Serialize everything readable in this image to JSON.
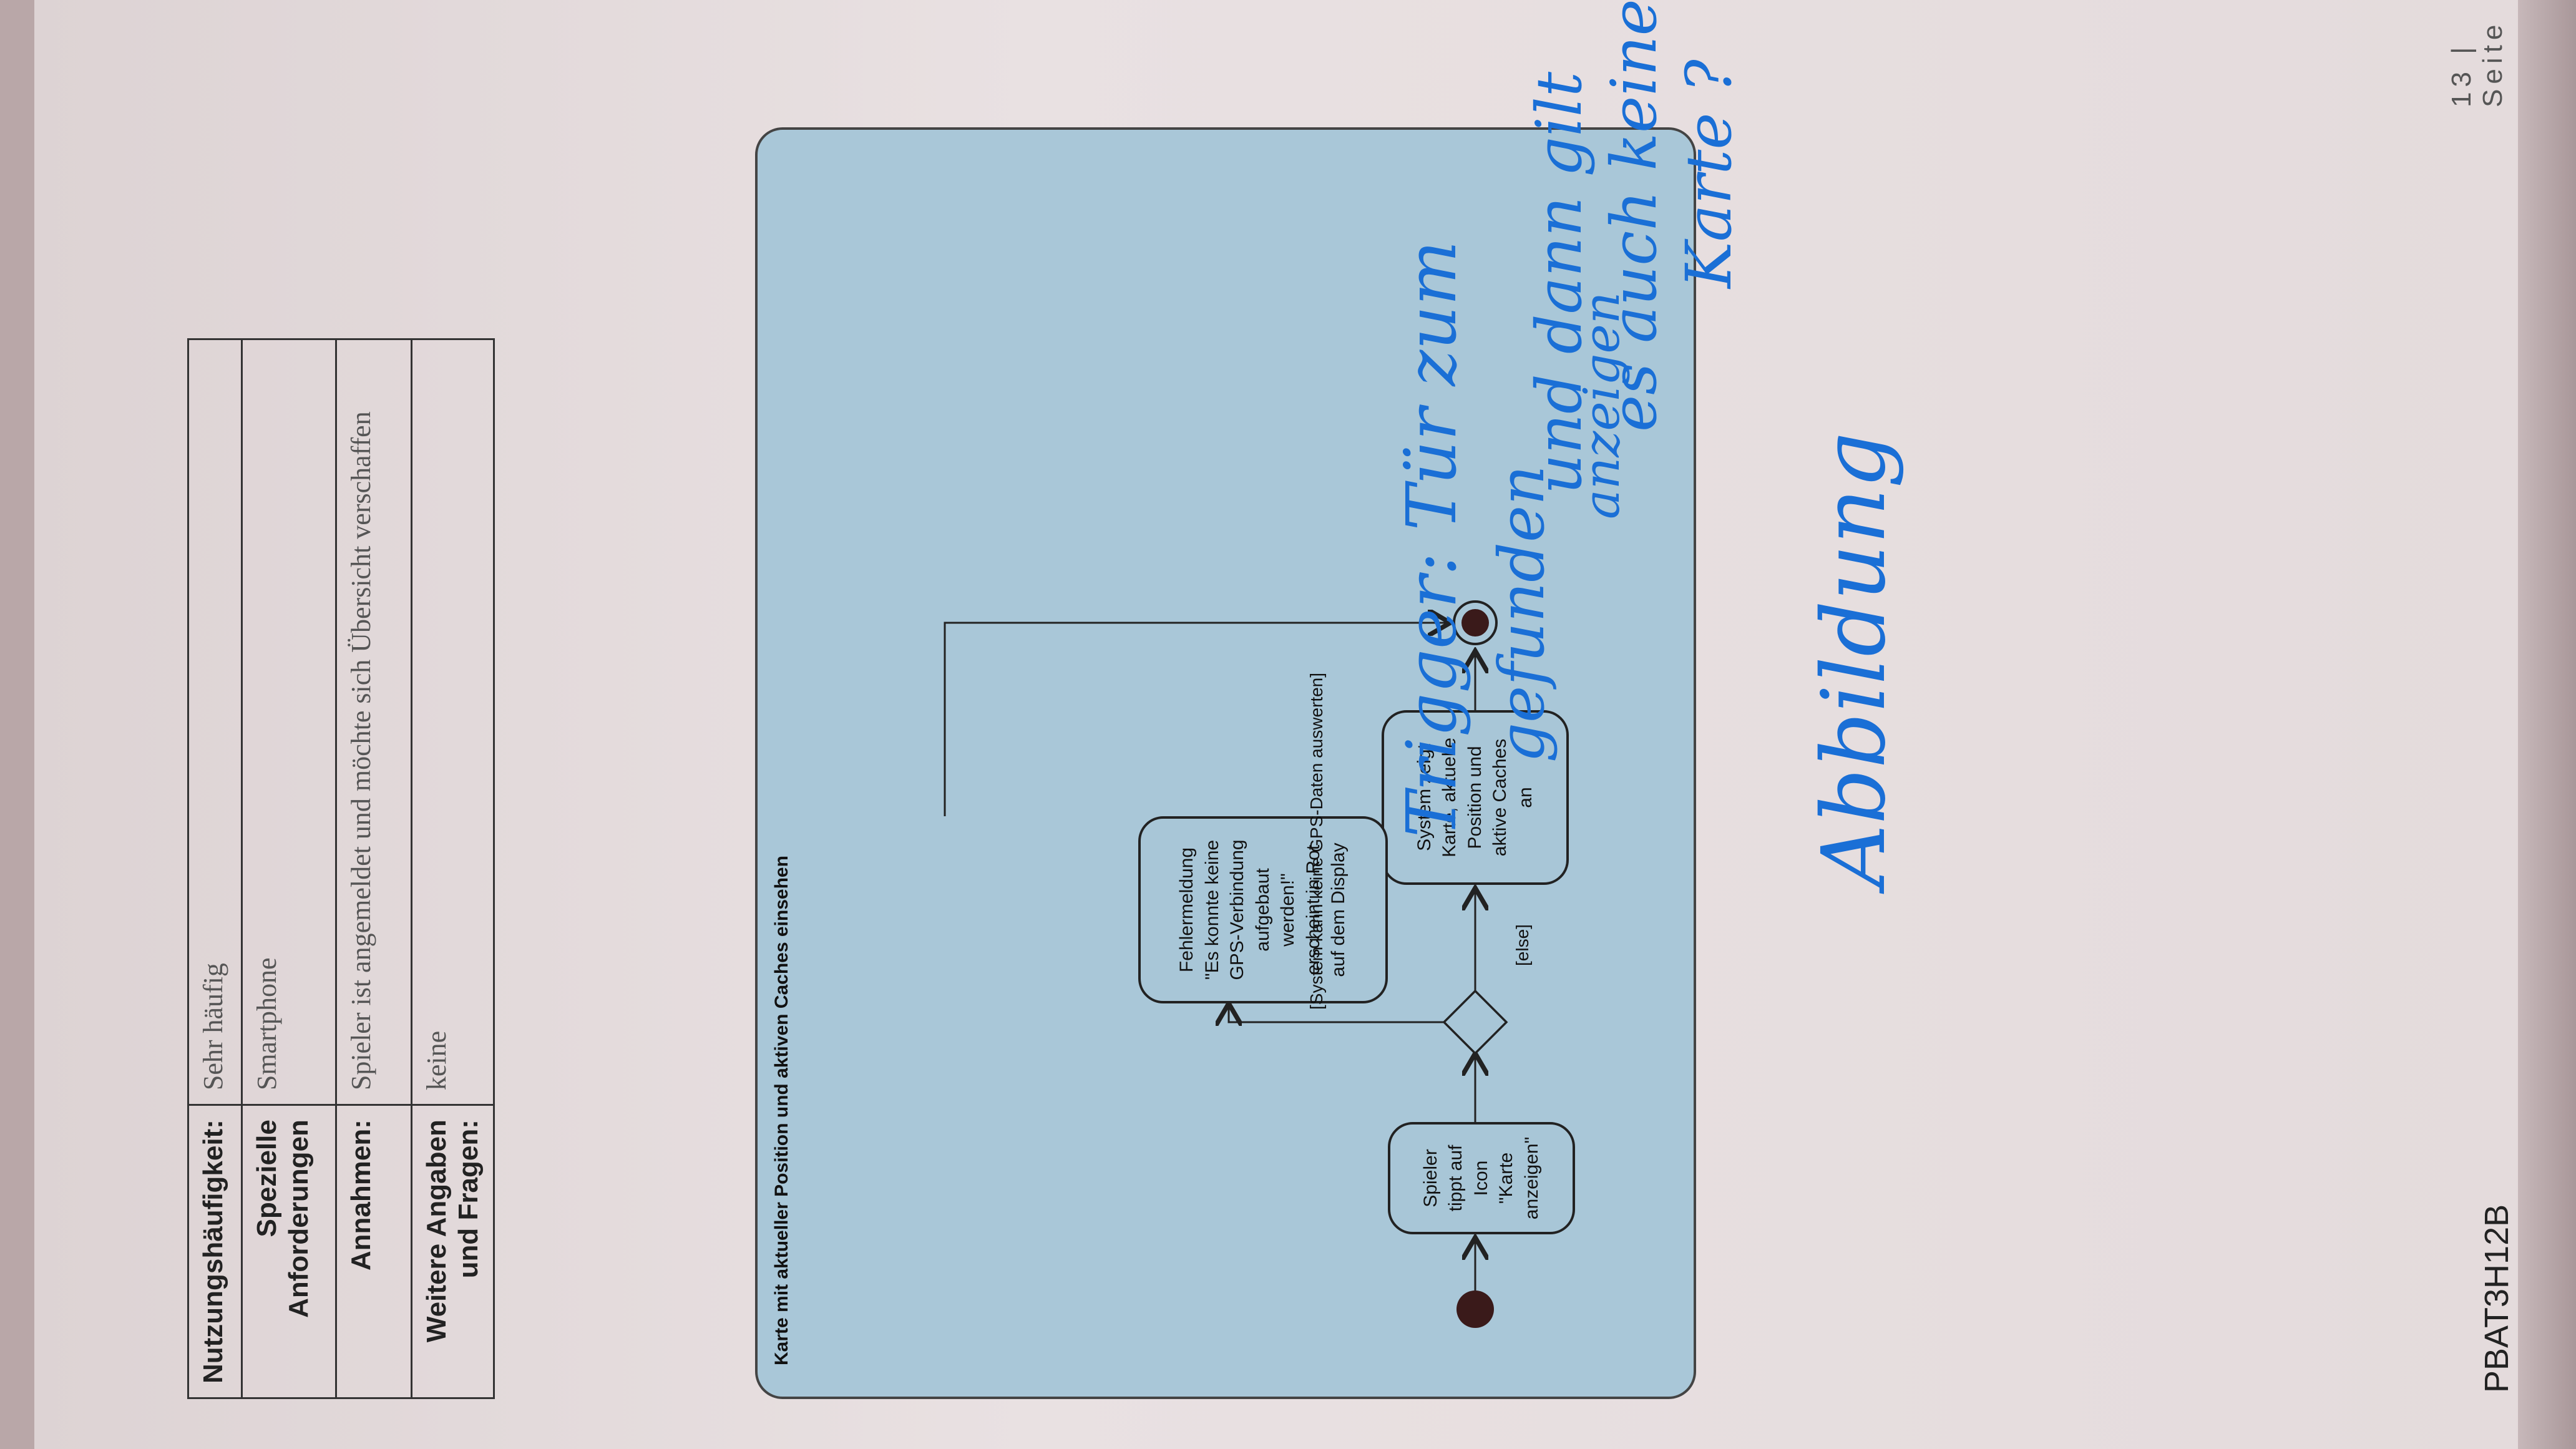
{
  "table": {
    "rows": [
      {
        "label": "Nutzungshäufigkeit:",
        "value": "Sehr häufig"
      },
      {
        "label": "Spezielle Anforderungen",
        "value": "Smartphone"
      },
      {
        "label": "Annahmen:",
        "value": "Spieler ist angemeldet und möchte sich Übersicht verschaffen"
      },
      {
        "label": "Weitere Angaben und Fragen:",
        "value": "keine"
      }
    ]
  },
  "diagram": {
    "title": "Karte mit aktueller Position und aktiven Caches einsehen",
    "nodes": {
      "tap_icon": "Spieler tippt auf Icon \"Karte anzeigen\"",
      "show_map": "System zeigt Karte, aktuelle Position und aktive Caches an",
      "error": "Fehlermeldung \"Es konnte keine GPS-Verbindung aufgebaut werden!\" erscheint in Rot auf dem Display"
    },
    "guards": {
      "else": "[else]",
      "no_gps": "[System kann keine GPS-Daten auswerten]"
    }
  },
  "handwriting": {
    "trigger_1": "Trigger: Tür zum",
    "trigger_2": "gefunden",
    "and_then_1": "und dann gilt",
    "and_then_2": "es auch keine",
    "and_then_3": "Karte ?",
    "show": "anzeigen",
    "figure": "Abbildung"
  },
  "footer": {
    "code": "PBAT3H12B",
    "page": "13 | Seite"
  },
  "colors": {
    "diagram_fill": "#a9c7d8",
    "ink_blue": "#1a6fd6",
    "paper": "#e9e1e2"
  }
}
